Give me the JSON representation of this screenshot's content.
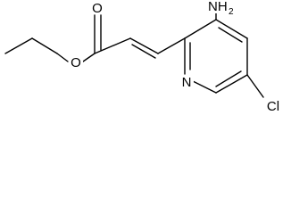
{
  "molecule": {
    "atoms": {
      "ester_oxygen": "O",
      "carbonyl_oxygen": "O",
      "ring_nitrogen": "N",
      "chlorine": "Cl",
      "amine": {
        "element": "NH",
        "subscript": "2"
      }
    }
  },
  "colors": {
    "bond": "#000000",
    "text": "#000000",
    "background": "#ffffff"
  }
}
